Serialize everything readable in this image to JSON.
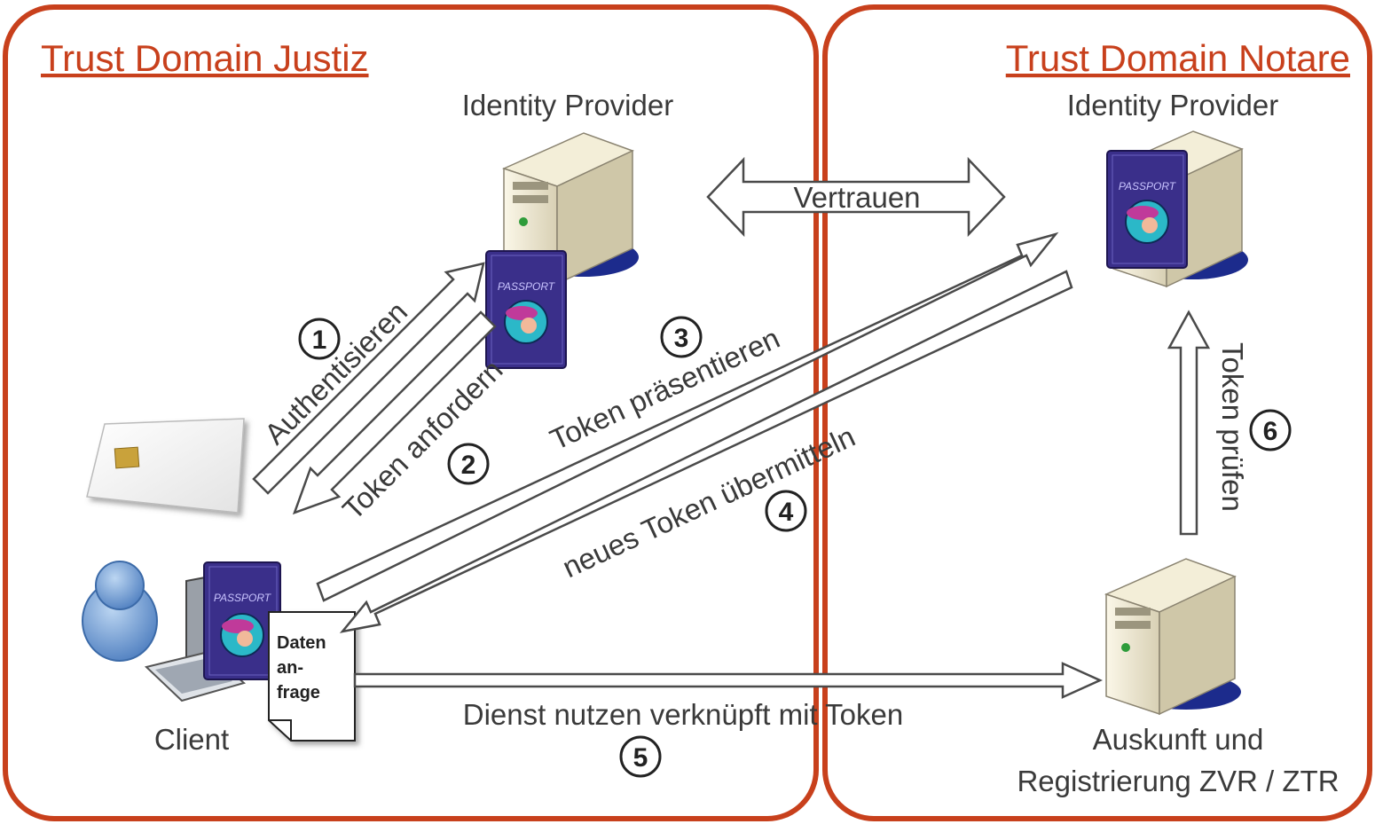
{
  "domains": {
    "justiz": {
      "title": "Trust Domain Justiz"
    },
    "notare": {
      "title": "Trust Domain Notare"
    }
  },
  "nodes": {
    "idp_justiz": "Identity Provider",
    "idp_notare": "Identity Provider",
    "client": "Client",
    "service": [
      "Auskunft und",
      "Registrierung ZVR / ZTR"
    ]
  },
  "document": {
    "lines": [
      "Daten",
      "an-",
      "frage"
    ]
  },
  "passport_text": "PASSPORT",
  "trust_label": "Vertrauen",
  "steps": [
    {
      "num": "1",
      "label": "Authentisieren"
    },
    {
      "num": "2",
      "label": "Token anfordern"
    },
    {
      "num": "3",
      "label": "Token präsentieren"
    },
    {
      "num": "4",
      "label": "neues Token übermitteln"
    },
    {
      "num": "5",
      "label": "Dienst nutzen verknüpft mit Token"
    },
    {
      "num": "6",
      "label": "Token prüfen"
    }
  ],
  "colors": {
    "domain_border": "#c8401c",
    "passport": "#3a2f8a"
  }
}
